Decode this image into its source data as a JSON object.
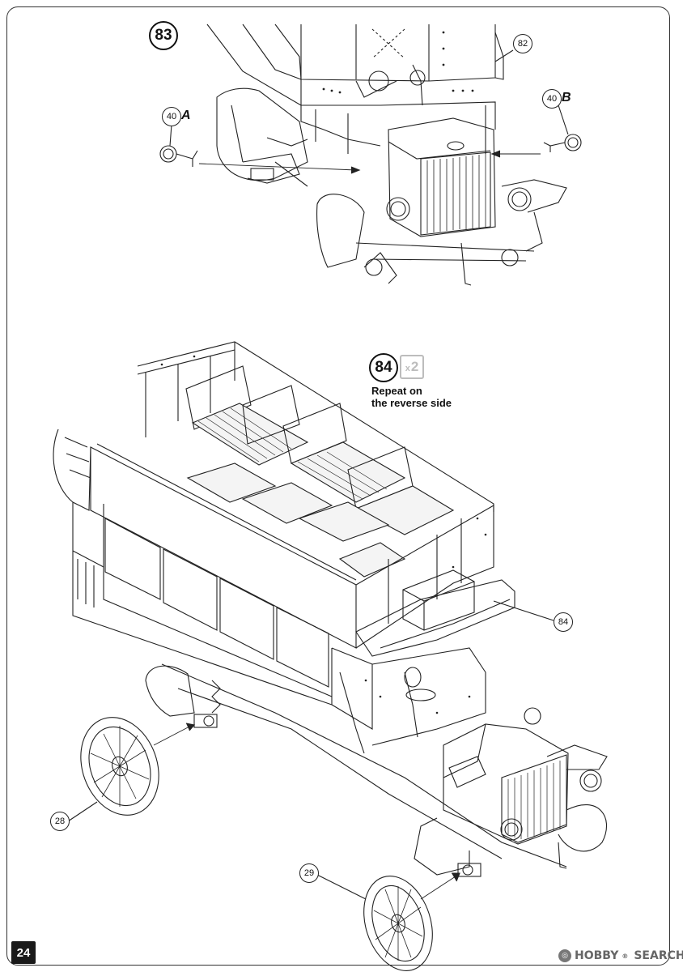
{
  "page": {
    "number": "24"
  },
  "steps": [
    {
      "number": "83"
    },
    {
      "number": "84",
      "multiplier_prefix": "x",
      "multiplier_value": "2",
      "note_line1": "Repeat on",
      "note_line2": "the reverse side"
    }
  ],
  "callouts": {
    "p82": "82",
    "p40a": "40",
    "p40a_variant": "A",
    "p40b": "40",
    "p40b_variant": "B",
    "p84": "84",
    "p28": "28",
    "p29": "29"
  },
  "watermark": {
    "brand_a": "HOBBY",
    "brand_b": "SEARCH",
    "registered": "®"
  }
}
